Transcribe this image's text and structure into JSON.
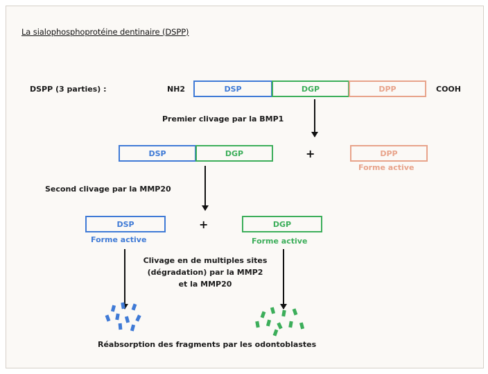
{
  "title": "La sialophosphoprotéine dentinaire (DSPP)",
  "dspp_label": "DSPP  (3 parties) :",
  "nh2": "NH2",
  "cooh": "COOH",
  "segments": {
    "dsp": "DSP",
    "dgp": "DGP",
    "dpp": "DPP"
  },
  "step1": "Premier clivage par la BMP1",
  "step2": "Second clivage par la MMP20",
  "forme_active": "Forme active",
  "step3_line1": "Clivage en de multiples sites",
  "step3_line2": "(dégradation) par la MMP2",
  "step3_line3": "et la MMP20",
  "plus": "+",
  "footer": "Réabsorption des fragments par les odontoblastes",
  "colors": {
    "dsp": "#3f7ad6",
    "dgp": "#3cae5a",
    "dpp": "#e8a38a"
  }
}
